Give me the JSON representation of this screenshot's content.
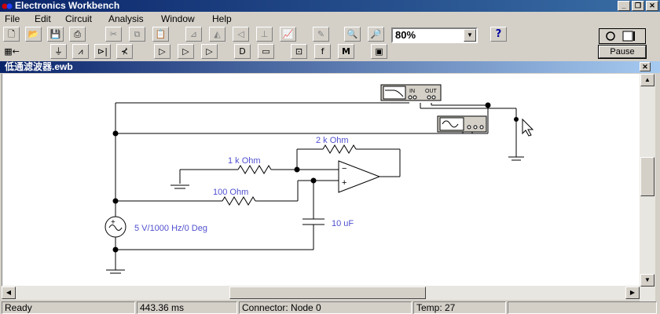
{
  "window": {
    "title": "Electronics Workbench"
  },
  "menu": [
    {
      "label": "File"
    },
    {
      "label": "Edit"
    },
    {
      "label": "Circuit"
    },
    {
      "label": "Analysis"
    },
    {
      "label": "Window"
    },
    {
      "label": "Help"
    }
  ],
  "toolbar": {
    "zoom_value": "80%",
    "help_label": "?"
  },
  "simulation": {
    "pause_label": "Pause"
  },
  "document": {
    "title": "低通滤波器.ewb"
  },
  "circuit": {
    "resistor_feedback": "2 k Ohm",
    "resistor_input": "1 k Ohm",
    "resistor_series": "100  Ohm",
    "capacitor": "10 uF",
    "source": "5 V/1000 Hz/0 Deg",
    "bode_in": "IN",
    "bode_out": "OUT",
    "opamp_minus": "−",
    "opamp_plus": "+"
  },
  "status": {
    "state": "Ready",
    "time": "443.36 ms",
    "connector": "Connector: Node 0",
    "temp": "Temp:  27"
  },
  "colors": {
    "component_label": "#5050d0",
    "titlebar": "#0a246a"
  }
}
